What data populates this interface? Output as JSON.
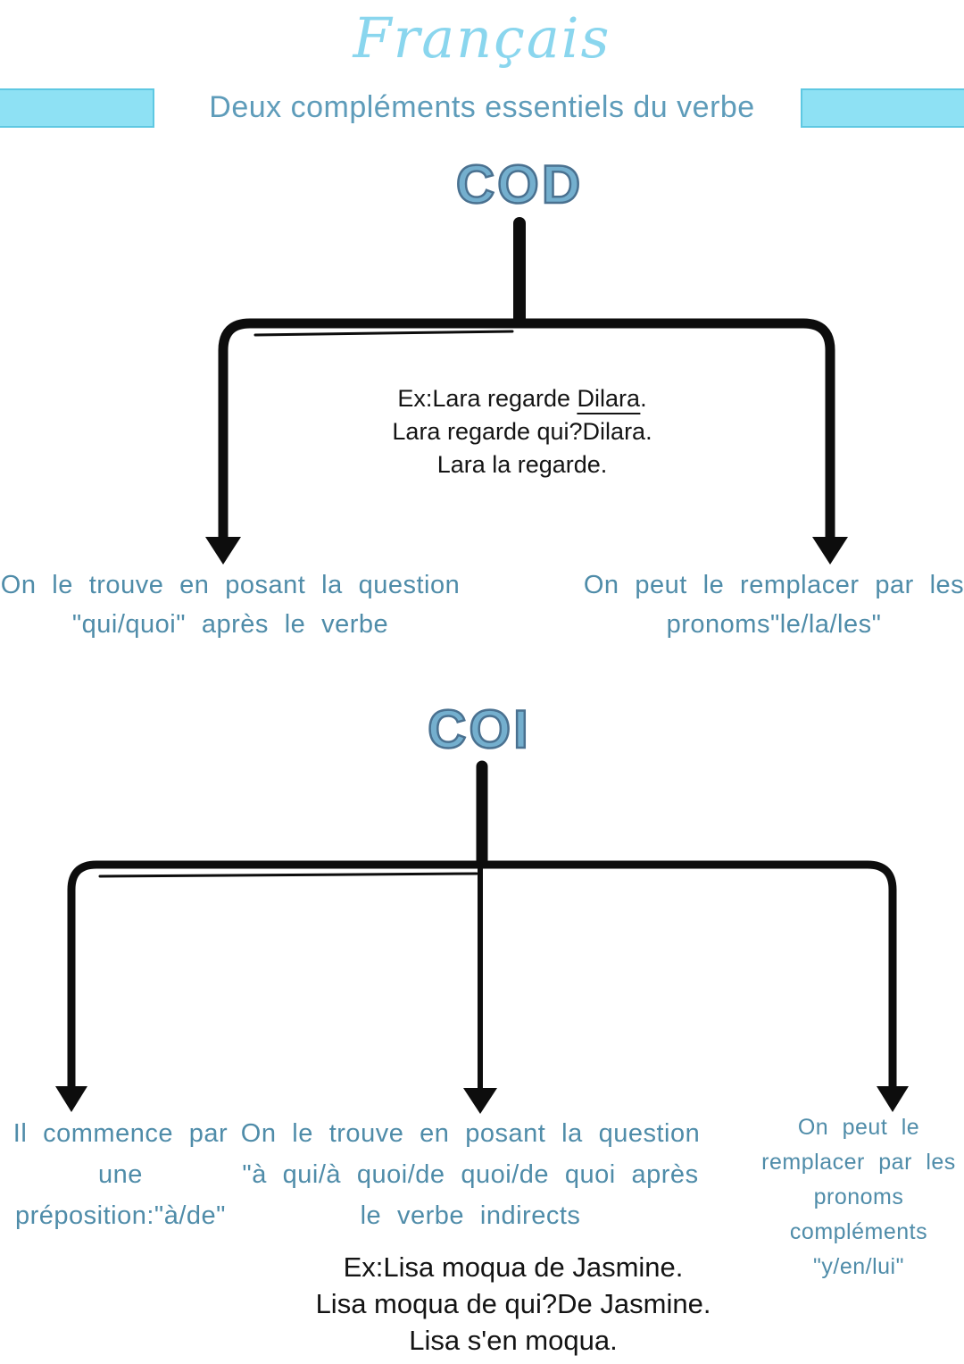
{
  "page": {
    "title": "Français",
    "banner_text": "Deux compléments essentiels du verbe"
  },
  "cod": {
    "heading": "COD",
    "example": {
      "line1_prefix": "Ex:Lara regarde ",
      "line1_underlined": "Dilara",
      "line1_suffix": ".",
      "line2": "Lara regarde qui?Dilara.",
      "line3": "Lara la regarde."
    },
    "left_note": {
      "line1": "On le trouve en posant la question",
      "line2": "\"qui/quoi\" après le verbe"
    },
    "right_note": {
      "line1": "On peut le remplacer par les",
      "line2": "pronoms\"le/la/les\""
    }
  },
  "coi": {
    "heading": "COI",
    "left_note": {
      "line1": "Il commence par",
      "line2": "une",
      "line3": "préposition:\"à/de\""
    },
    "center_note": {
      "line1": "On le trouve en posant la question",
      "line2": "\"à qui/à quoi/de quoi/de quoi après",
      "line3": "le verbe indirects"
    },
    "right_note": {
      "line1": "On peut le",
      "line2": "remplacer par les",
      "line3": "pronoms",
      "line4": "compléments",
      "line5": "\"y/en/lui\""
    },
    "example": {
      "line1": "Ex:Lisa moqua de Jasmine.",
      "line2": "Lisa moqua de qui?De Jasmine.",
      "line3": "Lisa s'en moqua."
    }
  },
  "colors": {
    "accent_cyan_bar": "#8ee1f4",
    "cyan_bar_border": "#5ec8e2",
    "title_light_blue": "#8ad6ee",
    "subtitle_teal": "#5e9cba",
    "heading_blue_fill": "#74afce",
    "heading_blue_outline": "#4a7190",
    "note_teal": "#4f8ca9",
    "connector_black": "#0d0d0d"
  }
}
